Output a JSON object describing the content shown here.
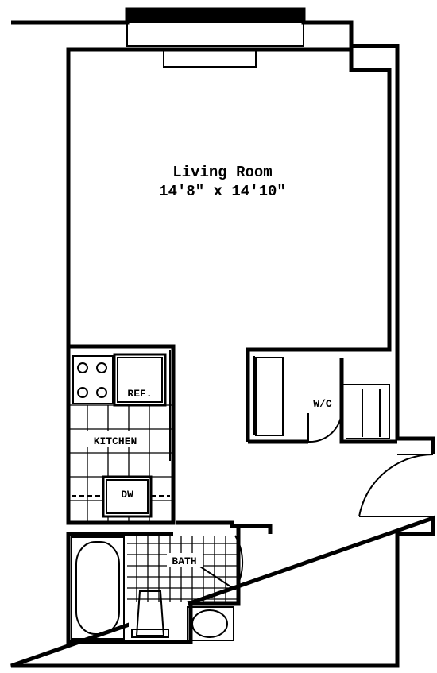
{
  "living_room": {
    "name": "Living Room",
    "dimensions": "14'8\" x 14'10\""
  },
  "kitchen": {
    "label": "KITCHEN"
  },
  "refrigerator": {
    "label": "REF."
  },
  "dishwasher": {
    "label": "DW"
  },
  "closet": {
    "label": "W/C"
  },
  "bathroom": {
    "label": "BATH"
  }
}
